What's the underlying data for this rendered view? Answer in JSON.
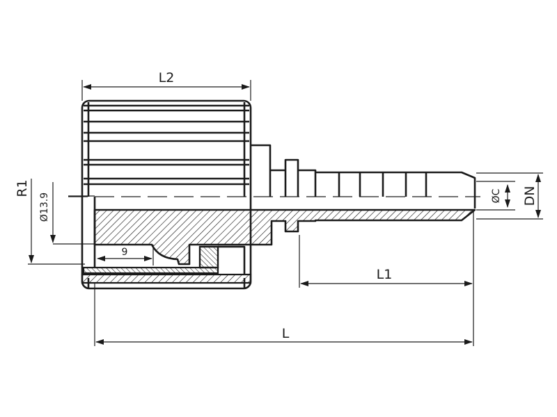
{
  "drawing": {
    "dimensions": {
      "L2": "L2",
      "L1": "L1",
      "L": "L",
      "R1": "R1",
      "bore": "Ø13.9",
      "depth": "9",
      "C": "ØC",
      "DN": "DN"
    }
  }
}
